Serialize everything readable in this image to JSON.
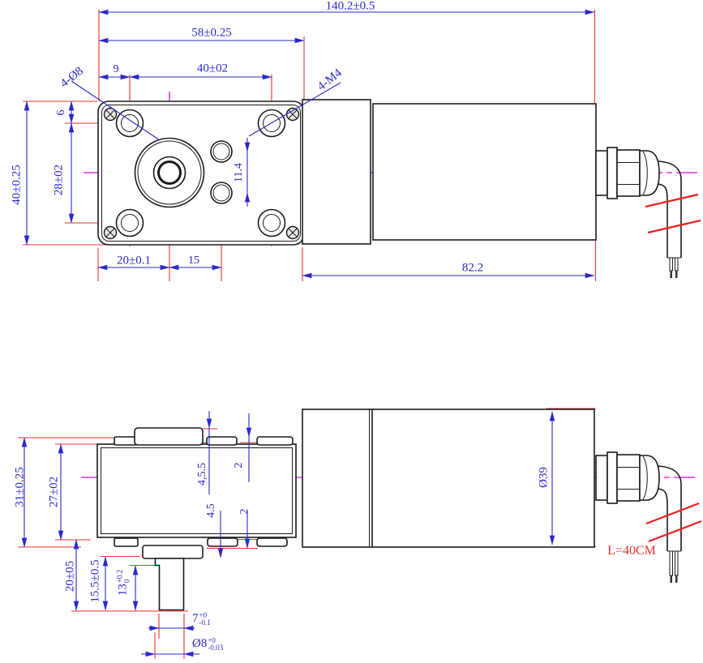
{
  "colors": {
    "dimension_blue": "#2a2ac8",
    "extension_red": "#e93232",
    "centerline_magenta": "#e832e8",
    "outline_black": "#1b1b1b"
  },
  "top_view": {
    "overall_length": "140.2±0.5",
    "gearbox_width": "58±0.25",
    "hole_edge_offset": "9",
    "hole_spacing_horizontal": "40±02",
    "through_holes_callout": "4-Ø8",
    "corner_screws_callout": "4-M4",
    "hole_top_offset": "6",
    "hole_spacing_vertical": "28±02",
    "gearbox_height": "40±0.25",
    "center_hole_spacing": "11.4",
    "shaft_center_offset": "20±0.1",
    "center_hole_offset": "15",
    "motor_length": "82.2"
  },
  "side_view": {
    "overall_height": "31±0.25",
    "body_height": "27±02",
    "top_boss_heights": "4,5.5",
    "top_tab_height": "2",
    "bottom_boss_height": "4.5",
    "bottom_tab_height": "2",
    "shaft_length": "20±05",
    "shaft_step_length": "15.5±0.5",
    "shaft_flat_length": {
      "main": "13",
      "upper": "+0.2",
      "lower": "0"
    },
    "shaft_flat_width": {
      "main": "7",
      "upper": "+0",
      "lower": "-0.1"
    },
    "shaft_diameter": {
      "main": "Ø8",
      "upper": "+0",
      "lower": "-0.03"
    },
    "motor_diameter": "Ø39",
    "cable_length": "L=40CM"
  }
}
